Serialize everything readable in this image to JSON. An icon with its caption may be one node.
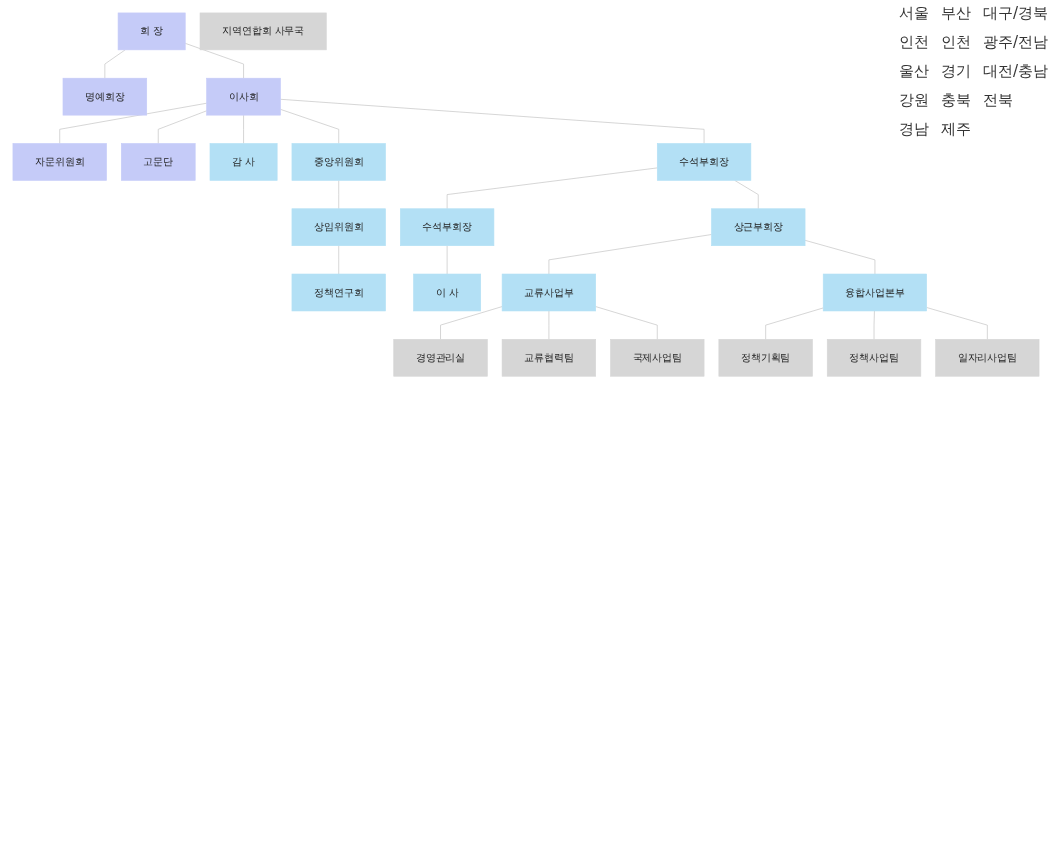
{
  "diagram": {
    "nodes": [
      {
        "text": [
          "회 장"
        ]
      },
      {
        "text": [
          "명예회장"
        ]
      },
      {
        "text": [
          "자문위원회"
        ]
      },
      {
        "text": [
          "이사회"
        ]
      },
      {
        "text": [
          "고문단"
        ]
      },
      {
        "text": [
          "감 사"
        ]
      },
      {
        "text": [
          "중앙위원회"
        ]
      },
      {
        "text": [
          "상임위원회"
        ]
      },
      {
        "text": [
          "정책연구회"
        ]
      },
      {
        "text": [
          "수석부회장"
        ]
      },
      {
        "text": [
          "수석부회장"
        ]
      },
      {
        "text": [
          "이 사"
        ]
      },
      {
        "text": [
          "지역연합회 사무국"
        ]
      },
      {
        "text": [
          "상근부회장"
        ]
      },
      {
        "text": [
          "교류사업부"
        ]
      },
      {
        "text": [
          "융합사업본부"
        ]
      },
      {
        "text": [
          "경영관리실"
        ]
      },
      {
        "text": [
          "교류협력팀"
        ]
      },
      {
        "text": [
          "국제사업팀"
        ]
      },
      {
        "text": [
          "정책기획팀"
        ]
      },
      {
        "text": [
          "정책사업팀"
        ]
      },
      {
        "text": [
          "일자리사업팀"
        ]
      }
    ],
    "edges": [
      {
        "from": 0,
        "to": 1,
        "arrow": "none"
      },
      {
        "from": 0,
        "to": 3,
        "arrow": "none"
      },
      {
        "from": 3,
        "to": 2,
        "arrow": "none"
      },
      {
        "from": 3,
        "to": 4,
        "arrow": "none"
      },
      {
        "from": 3,
        "to": 5,
        "arrow": "none"
      },
      {
        "from": 3,
        "to": 6,
        "arrow": "none"
      },
      {
        "from": 3,
        "to": 9,
        "arrow": "none"
      },
      {
        "from": 6,
        "to": 7,
        "arrow": "none"
      },
      {
        "from": 7,
        "to": 8,
        "arrow": "none"
      },
      {
        "from": 9,
        "to": 10,
        "arrow": "none"
      },
      {
        "from": 10,
        "to": 11,
        "arrow": "none"
      },
      {
        "from": 9,
        "to": 13,
        "arrow": "none"
      },
      {
        "from": 13,
        "to": 14,
        "arrow": "none"
      },
      {
        "from": 13,
        "to": 15,
        "arrow": "none"
      },
      {
        "from": 14,
        "to": 16,
        "arrow": "none"
      },
      {
        "from": 14,
        "to": 17,
        "arrow": "none"
      },
      {
        "from": 14,
        "to": 18,
        "arrow": "none"
      },
      {
        "from": 15,
        "to": 19,
        "arrow": "none"
      },
      {
        "from": 15,
        "to": 20,
        "arrow": "none"
      },
      {
        "from": 15,
        "to": 21,
        "arrow": "none"
      }
    ],
    "labels": [
      "서울",
      "부산",
      "대구/경북",
      "인천",
      "인천",
      "광주/전남",
      "울산",
      "경기",
      "대전/충남",
      "강원",
      "충북",
      "전북",
      "경남",
      "제주"
    ]
  }
}
